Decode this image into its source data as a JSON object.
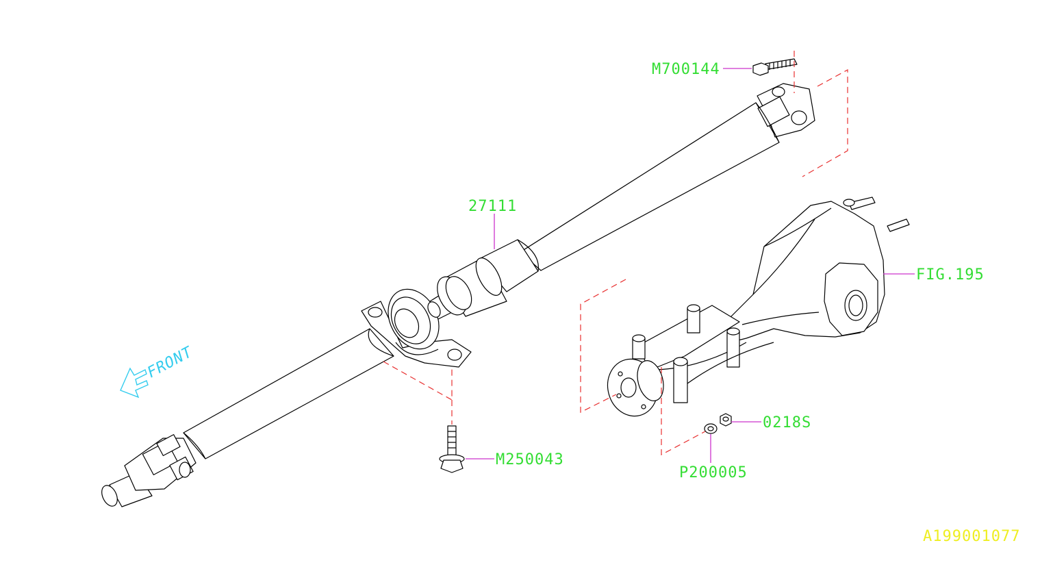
{
  "labels": {
    "m700144": "M700144",
    "p27111": "27111",
    "fig195": "FIG.195",
    "m250043": "M250043",
    "p0218s": "0218S",
    "p200005": "P200005",
    "front": "FRONT",
    "figure_id": "A199001077"
  },
  "colors": {
    "label": "#33dd33",
    "leader": "#cc33cc",
    "dashed_line": "#e83030",
    "front_arrow": "#33ccee",
    "figure_id": "#eeee22",
    "outline": "#000000"
  }
}
